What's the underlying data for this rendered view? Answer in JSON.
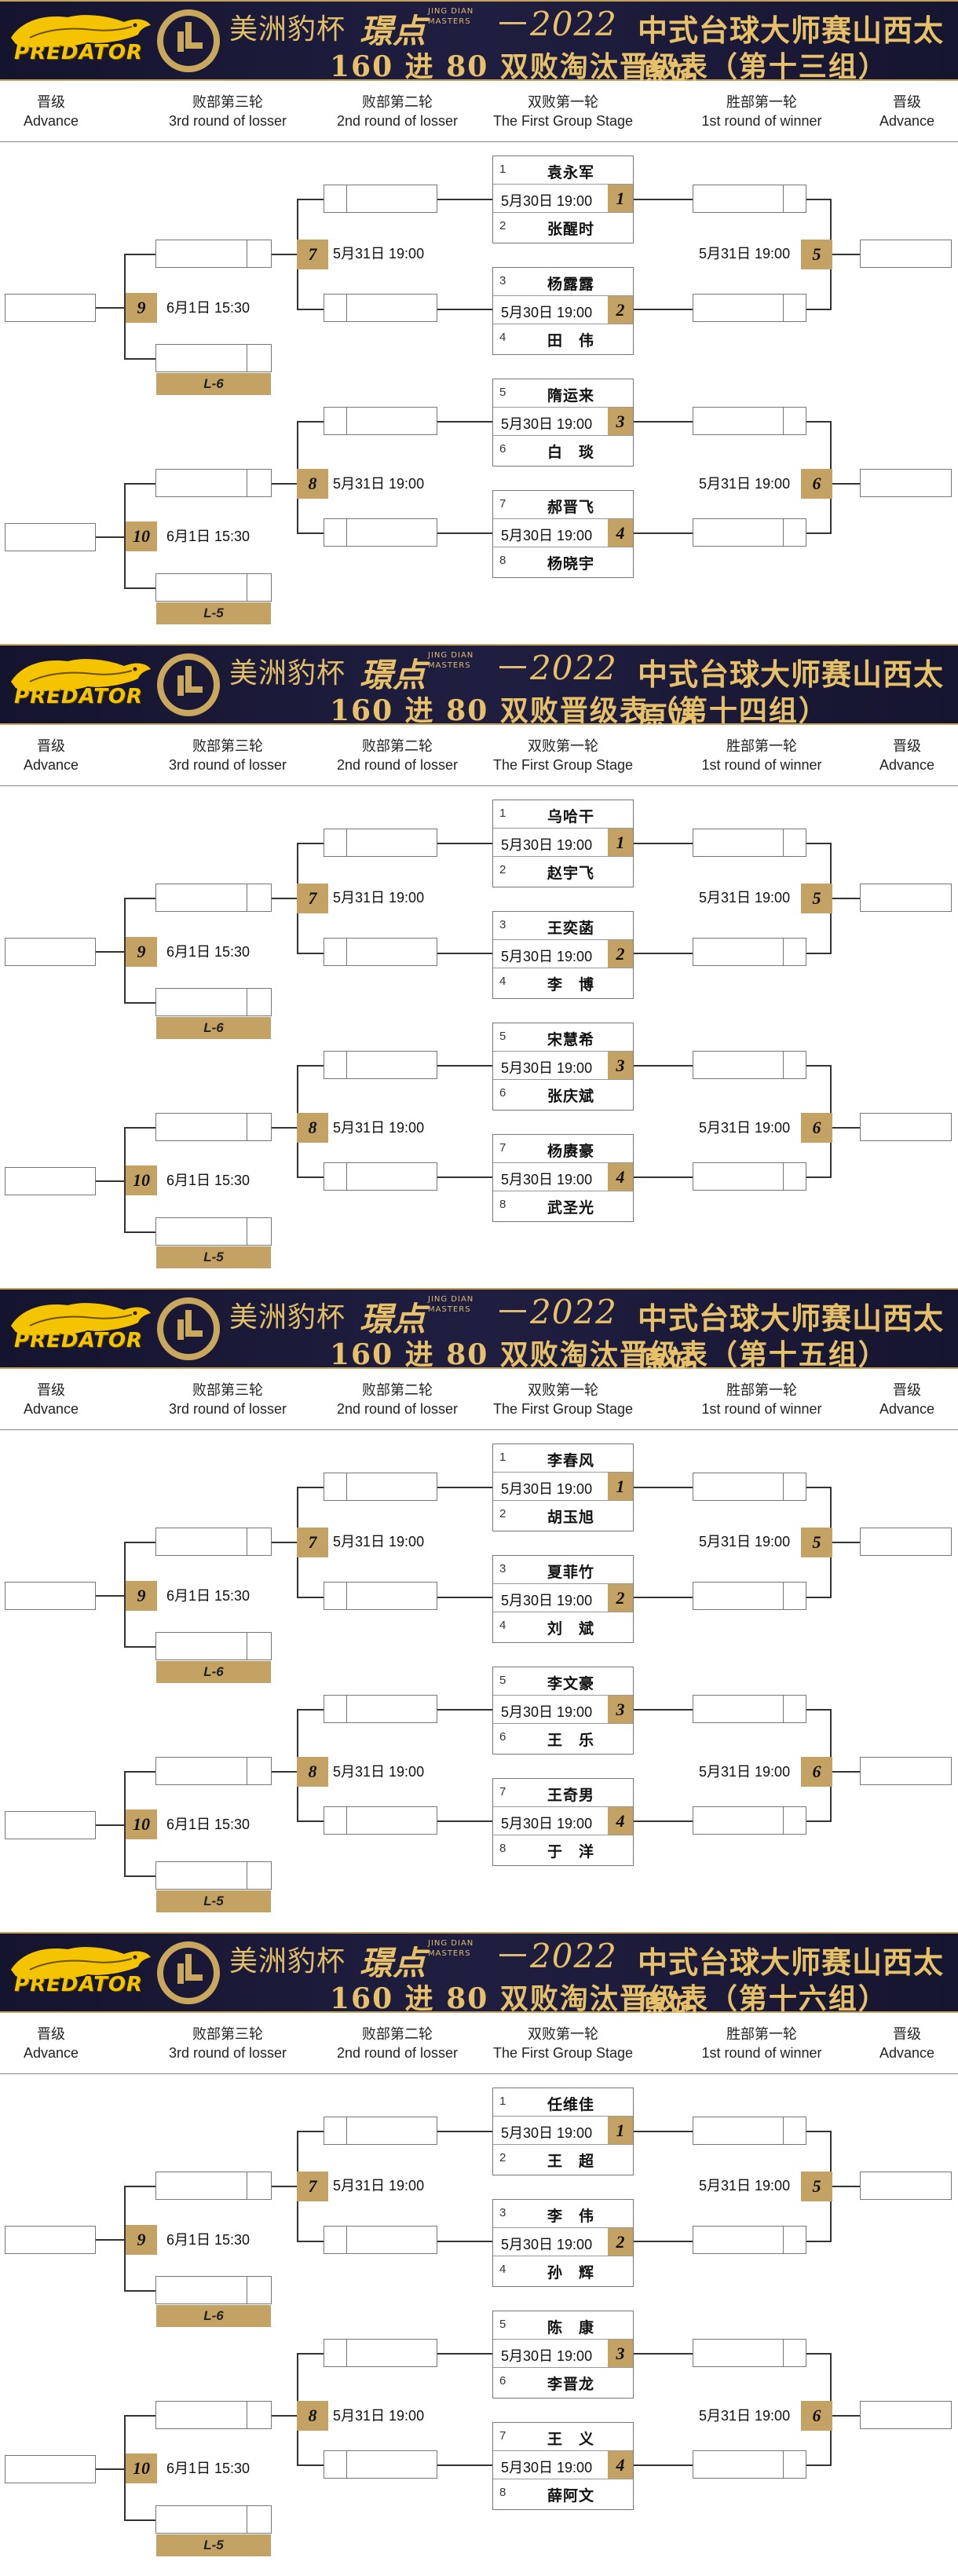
{
  "header": {
    "sponsor_logo": "PREDATOR",
    "brand": "美洲豹杯",
    "tournament_mark": "璟点",
    "tournament_mark_sub": "JING DIAN MASTERS",
    "year": "2022",
    "event": "中式台球大师赛山西太原站"
  },
  "columns": {
    "advance_left": {
      "cn": "晋级",
      "en": "Advance"
    },
    "loser_r3": {
      "cn": "败部第三轮",
      "en": "3rd round of losser"
    },
    "loser_r2": {
      "cn": "败部第二轮",
      "en": "2nd round of losser"
    },
    "first_stage": {
      "cn": "双败第一轮",
      "en": "The First Group Stage"
    },
    "winner_r1": {
      "cn": "胜部第一轮",
      "en": "1st round of winner"
    },
    "advance_right": {
      "cn": "晋级",
      "en": "Advance"
    }
  },
  "schedule": {
    "first_round_time": "5月30日 19:00",
    "loser_r2_time": "5月31日 19:00",
    "winner_r1_time": "5月31日 19:00",
    "loser_r3_time": "6月1日 15:30"
  },
  "match_numbers": {
    "m1": "1",
    "m2": "2",
    "m3": "3",
    "m4": "4",
    "m5": "5",
    "m6": "6",
    "m7": "7",
    "m8": "8",
    "m9": "9",
    "m10": "10"
  },
  "loser_labels": {
    "top": "L-6",
    "bottom": "L-5"
  },
  "colors": {
    "banner": "#1c1a38",
    "gold": "#c3a264",
    "title_gold": "#e6c16a",
    "logo_yellow": "#f5c400"
  },
  "groups": [
    {
      "subtitle": "160 进 80 双败淘汰晋级表（第十三组）",
      "players": [
        {
          "seed": "1",
          "name": "袁永军"
        },
        {
          "seed": "2",
          "name": "张醒时"
        },
        {
          "seed": "3",
          "name": "杨露露"
        },
        {
          "seed": "4",
          "name": "田　伟"
        },
        {
          "seed": "5",
          "name": "隋运来"
        },
        {
          "seed": "6",
          "name": "白　琰"
        },
        {
          "seed": "7",
          "name": "郝晋飞"
        },
        {
          "seed": "8",
          "name": "杨晓宇"
        }
      ]
    },
    {
      "subtitle": "160 进 80 双败晋级表（第十四组）",
      "players": [
        {
          "seed": "1",
          "name": "乌哈干"
        },
        {
          "seed": "2",
          "name": "赵宇飞"
        },
        {
          "seed": "3",
          "name": "王奕菡"
        },
        {
          "seed": "4",
          "name": "李　博"
        },
        {
          "seed": "5",
          "name": "宋慧希"
        },
        {
          "seed": "6",
          "name": "张庆斌"
        },
        {
          "seed": "7",
          "name": "杨赓豪"
        },
        {
          "seed": "8",
          "name": "武圣光"
        }
      ]
    },
    {
      "subtitle": "160 进 80 双败淘汰晋级表（第十五组）",
      "players": [
        {
          "seed": "1",
          "name": "李春风"
        },
        {
          "seed": "2",
          "name": "胡玉旭"
        },
        {
          "seed": "3",
          "name": "夏菲竹"
        },
        {
          "seed": "4",
          "name": "刘　斌"
        },
        {
          "seed": "5",
          "name": "李文豪"
        },
        {
          "seed": "6",
          "name": "王　乐"
        },
        {
          "seed": "7",
          "name": "王奇男"
        },
        {
          "seed": "8",
          "name": "于　洋"
        }
      ]
    },
    {
      "subtitle": "160 进 80 双败淘汰晋级表（第十六组）",
      "players": [
        {
          "seed": "1",
          "name": "任维佳"
        },
        {
          "seed": "2",
          "name": "王　超"
        },
        {
          "seed": "3",
          "name": "李　伟"
        },
        {
          "seed": "4",
          "name": "孙　辉"
        },
        {
          "seed": "5",
          "name": "陈　康"
        },
        {
          "seed": "6",
          "name": "李晋龙"
        },
        {
          "seed": "7",
          "name": "王　义"
        },
        {
          "seed": "8",
          "name": "薛阿文"
        }
      ]
    }
  ]
}
